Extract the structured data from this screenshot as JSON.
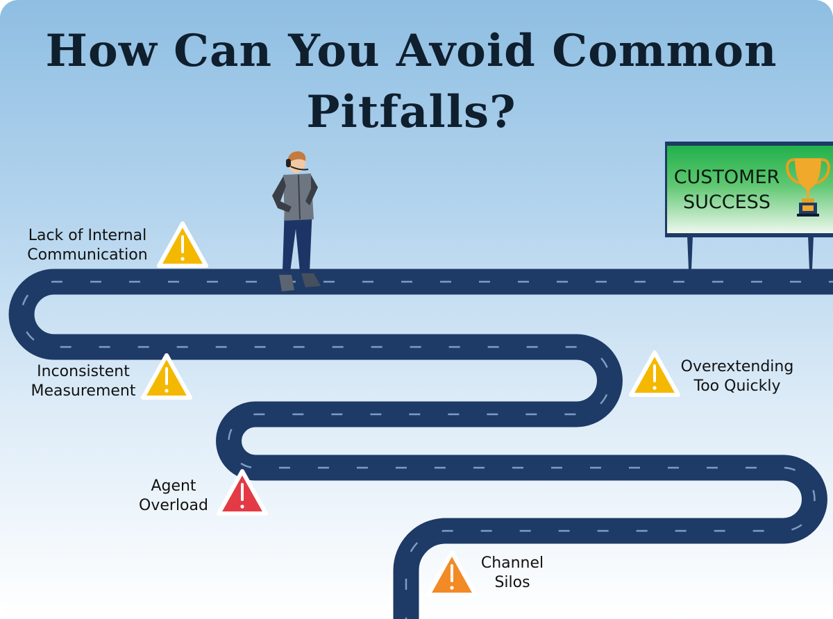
{
  "title": "How Can You Avoid Common Pitfalls?",
  "sign": {
    "line1": "CUSTOMER",
    "line2": "SUCCESS",
    "icon": "trophy-icon"
  },
  "pitfalls": [
    {
      "line1": "Lack of Internal",
      "line2": "Communication",
      "severity_color": "#f5b800"
    },
    {
      "line1": "Inconsistent",
      "line2": "Measurement",
      "severity_color": "#f5b800"
    },
    {
      "line1": "Overextending",
      "line2": "Too Quickly",
      "severity_color": "#f5b800"
    },
    {
      "line1": "Agent",
      "line2": "Overload",
      "severity_color": "#e33a45"
    },
    {
      "line1": "Channel",
      "line2": "Silos",
      "severity_color": "#f28a26"
    }
  ],
  "colors": {
    "road": "#1e3a66",
    "road_dash": "#7f9cc4"
  }
}
